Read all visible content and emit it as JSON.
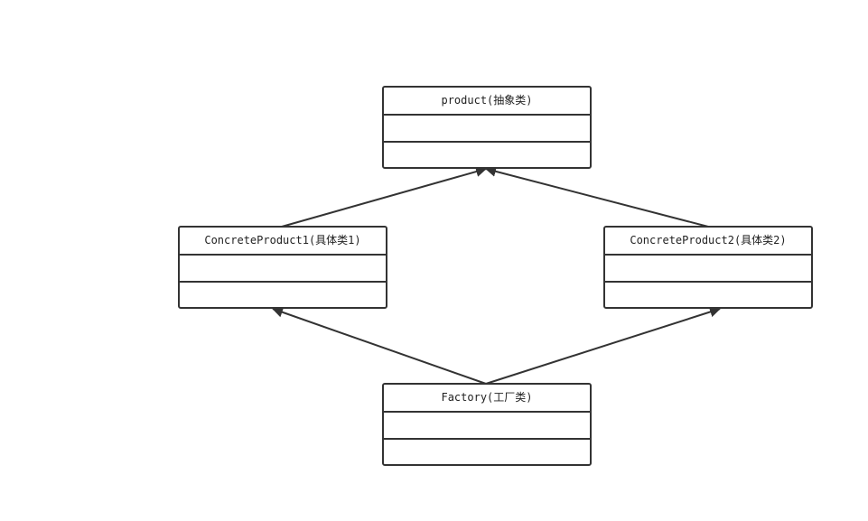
{
  "diagram": {
    "type": "uml-class-diagram",
    "line_color": "#333333",
    "classes": [
      {
        "id": "product",
        "name": "product(抽象类)",
        "attributes": [],
        "methods": []
      },
      {
        "id": "concrete1",
        "name": "ConcreteProduct1(具体类1)",
        "attributes": [],
        "methods": []
      },
      {
        "id": "concrete2",
        "name": "ConcreteProduct2(具体类2)",
        "attributes": [],
        "methods": []
      },
      {
        "id": "factory",
        "name": "Factory(工厂类)",
        "attributes": [],
        "methods": []
      }
    ],
    "relations": [
      {
        "from": "concrete1",
        "to": "product"
      },
      {
        "from": "concrete2",
        "to": "product"
      },
      {
        "from": "factory",
        "to": "concrete1"
      },
      {
        "from": "factory",
        "to": "concrete2"
      }
    ]
  }
}
